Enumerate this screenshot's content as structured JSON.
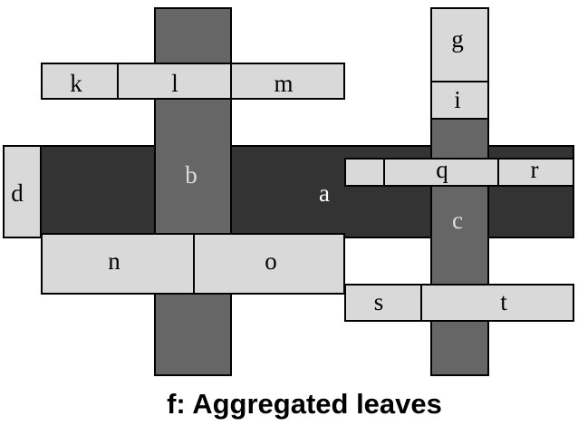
{
  "colors": {
    "dark": "#333333",
    "mid": "#666666",
    "light": "#d9d9d9",
    "stroke": "#000000",
    "text_on_dark": "#ffffff",
    "text_on_mid": "#dddddd",
    "text_on_light": "#000000"
  },
  "caption": "f: Aggregated leaves",
  "blocks": [
    {
      "id": "a",
      "label": "a",
      "shade": "dark"
    },
    {
      "id": "b",
      "label": "b",
      "shade": "mid"
    },
    {
      "id": "c",
      "label": "c",
      "shade": "mid"
    },
    {
      "id": "d",
      "label": "d",
      "shade": "light"
    },
    {
      "id": "g",
      "label": "g",
      "shade": "light"
    },
    {
      "id": "i",
      "label": "i",
      "shade": "light"
    },
    {
      "id": "k",
      "label": "k",
      "shade": "light"
    },
    {
      "id": "l",
      "label": "l",
      "shade": "light"
    },
    {
      "id": "m",
      "label": "m",
      "shade": "light"
    },
    {
      "id": "n",
      "label": "n",
      "shade": "light"
    },
    {
      "id": "o",
      "label": "o",
      "shade": "light"
    },
    {
      "id": "p",
      "label": "",
      "shade": "light"
    },
    {
      "id": "q",
      "label": "q",
      "shade": "light"
    },
    {
      "id": "r",
      "label": "r",
      "shade": "light"
    },
    {
      "id": "s",
      "label": "s",
      "shade": "light"
    },
    {
      "id": "t",
      "label": "t",
      "shade": "light"
    }
  ]
}
